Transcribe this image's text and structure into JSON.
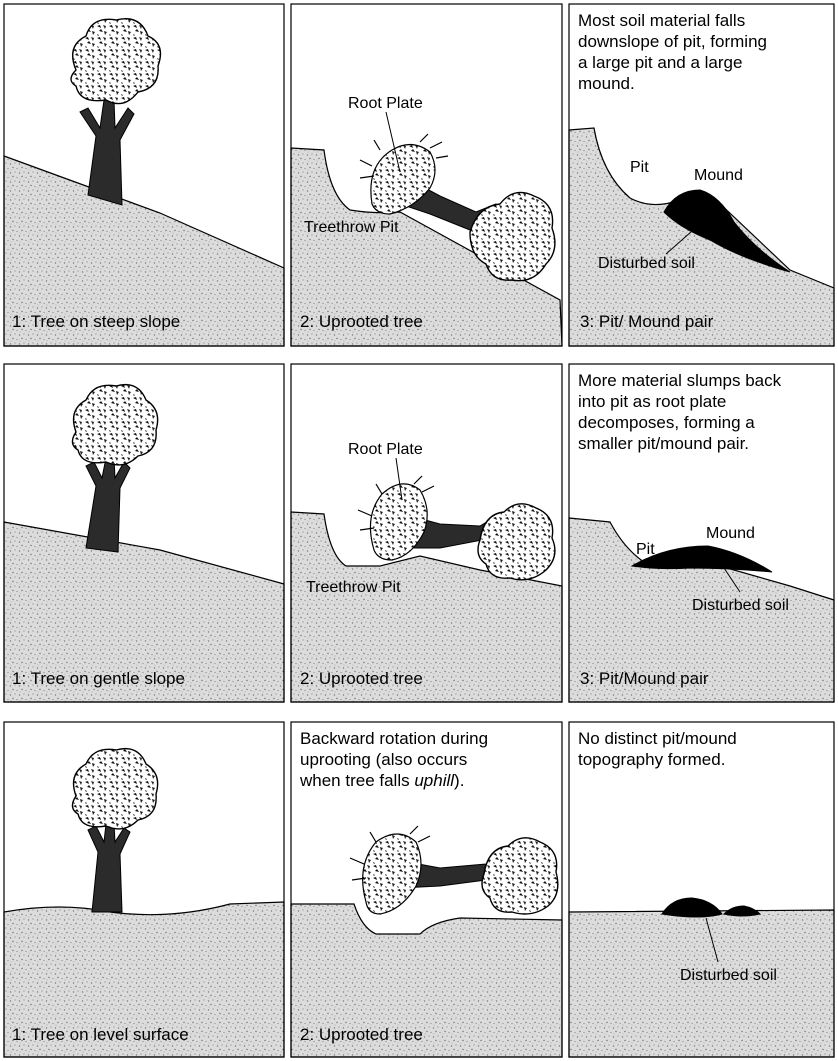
{
  "rows": [
    {
      "name": "steep",
      "panel1": {
        "caption": "1: Tree on steep slope"
      },
      "panel2": {
        "caption": "2: Uprooted tree",
        "root_plate": "Root Plate",
        "pit": "Treethrow Pit"
      },
      "panel3": {
        "note": [
          "Most soil material falls",
          "downslope of pit, forming",
          "a large pit and a large",
          "mound."
        ],
        "pit": "Pit",
        "mound": "Mound",
        "disturbed": "Disturbed soil",
        "caption": "3: Pit/ Mound pair"
      }
    },
    {
      "name": "gentle",
      "panel1": {
        "caption": "1: Tree on gentle slope"
      },
      "panel2": {
        "caption": "2: Uprooted tree",
        "root_plate": "Root Plate",
        "pit": "Treethrow Pit"
      },
      "panel3": {
        "note": [
          "More material slumps back",
          "into pit as root plate",
          "decomposes, forming a",
          "smaller pit/mound pair."
        ],
        "pit": "Pit",
        "mound": "Mound",
        "disturbed": "Disturbed soil",
        "caption": "3: Pit/Mound pair"
      }
    },
    {
      "name": "level",
      "panel1": {
        "caption": "1: Tree on level surface"
      },
      "panel2": {
        "note": [
          "Backward rotation during",
          "uprooting (also occurs"
        ],
        "note_last_prefix": "when tree falls ",
        "note_last_em": "uphill",
        "note_last_suffix": ").",
        "caption": "2: Uprooted tree"
      },
      "panel3": {
        "note": [
          "No distinct pit/mound",
          "topography formed."
        ],
        "disturbed": "Disturbed soil"
      }
    }
  ]
}
